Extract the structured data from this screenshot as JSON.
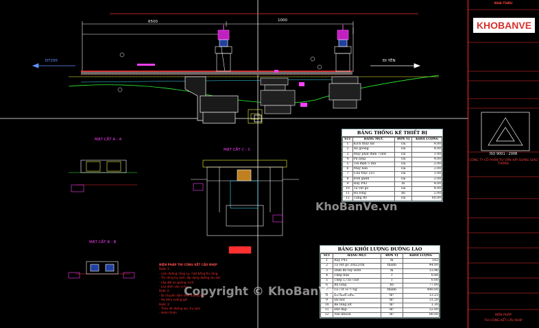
{
  "drawing": {
    "left_arrow_label": "ĐT295",
    "right_arrow_label": "ĐI YÊN",
    "section_a_title": "MẶT CẮT A - A",
    "section_b_title": "MẶT CẮT B - B",
    "section_c_title": "MẶT CẮT C - C",
    "dim_top": "1000",
    "dim_left": "6500"
  },
  "title_block": {
    "company_top": "NHÀ THẦU",
    "logo_text": "KHOBANVE",
    "iso_label": "ISO 9001 : 2008",
    "company_name": "CÔNG TY CỔ PHẦN TƯ VẤN XÂY DỰNG GIAO THÔNG",
    "bottom_label_1": "BIỆN PHÁP",
    "bottom_label_2": "THI CÔNG KẾT CẤU NHỊP",
    "colors": {
      "frame": "#ff3030",
      "logo_primary": "#d6312e",
      "logo_secondary": "#6b6b6b"
    }
  },
  "table_equipment": {
    "title": "BẢNG THỐNG KÊ THIẾT BỊ",
    "headers": [
      "STT",
      "HẠNG MỤC",
      "ĐƠN VỊ",
      "KHỐI LƯỢNG"
    ],
    "rows": [
      [
        "1",
        "Kích thủy lực",
        "cái",
        "4.00"
      ],
      [
        "2",
        "Xe goòng",
        "cái",
        "4.00"
      ],
      [
        "3",
        "Máy phát điện 75kw",
        "cái",
        "1.00"
      ],
      [
        "4",
        "Pa lăng",
        "cái",
        "4.00"
      ],
      [
        "5",
        "Tời điện 5 tấn",
        "cái",
        "2.00"
      ],
      [
        "6",
        "Máy hàn",
        "cái",
        "2.00"
      ],
      [
        "7",
        "Cẩu trục 25T",
        "cái",
        "1.00"
      ],
      [
        "8",
        "Đòn gánh",
        "cái",
        "2.00"
      ],
      [
        "9",
        "Ray P43",
        "m",
        "4.00"
      ],
      [
        "10",
        "Tà vẹt gỗ",
        "cái",
        "4.00"
      ],
      [
        "11",
        "Bu lông",
        "bộ",
        "2.00"
      ],
      [
        "12",
        "Tăng đơ",
        "cái",
        "60.00"
      ]
    ]
  },
  "table_rail": {
    "title": "BẢNG KHỐI LƯỢNG ĐƯỜNG LAO",
    "headers": [
      "STT",
      "HẠNG MỤC",
      "ĐƠN VỊ",
      "KHỐI LƯỢNG"
    ],
    "rows": [
      [
        "1",
        "Ray P43",
        "m",
        "182"
      ],
      [
        "2",
        "Tà vẹt gỗ 20x22cm",
        "thanh",
        "44.00"
      ],
      [
        "3",
        "Dầm đỡ ray I600",
        "m",
        "13.96"
      ],
      [
        "4",
        "Thép bản",
        "T",
        "0.88"
      ],
      [
        "5",
        "Thép L75x75x8",
        "T",
        "0.00"
      ],
      [
        "6",
        "Bu lông",
        "bộ",
        "77.00"
      ],
      [
        "7",
        "Tà vẹt bê tông",
        "thanh",
        "440.00"
      ],
      [
        "8",
        "Đá dăm đệm",
        "m³",
        "13.25"
      ],
      [
        "9",
        "Đá hộc",
        "m³",
        "31.20"
      ],
      [
        "10",
        "Bê tông lót",
        "m³",
        "1.30"
      ],
      [
        "11",
        "Đất đắp",
        "m³",
        "22.00"
      ],
      [
        "12",
        "Ván khuôn",
        "m²",
        "80.00"
      ]
    ]
  },
  "notes": {
    "title": "BIỆN PHÁP THI CÔNG KẾT CẤU NHỊP",
    "lines": [
      "Bước 1:",
      "- Làm đường công vụ, mặt bằng thi công",
      "- Thi công trụ tạm, lắp dựng đường lao dọc",
      "- Lắp đặt xe goòng, kích",
      "- Lao dầm vào vị trí",
      "Bước 2:",
      "- Di chuyển dầm trên đường lao",
      "- Hạ dầm xuống gối",
      "Bước 3:",
      "- Tháo dỡ đường lao, trụ tạm",
      "- Hoàn thiện"
    ]
  },
  "watermarks": {
    "center": "KhoBanVe.vn",
    "bottom": "Copyright © KhoBanVe.vn"
  }
}
